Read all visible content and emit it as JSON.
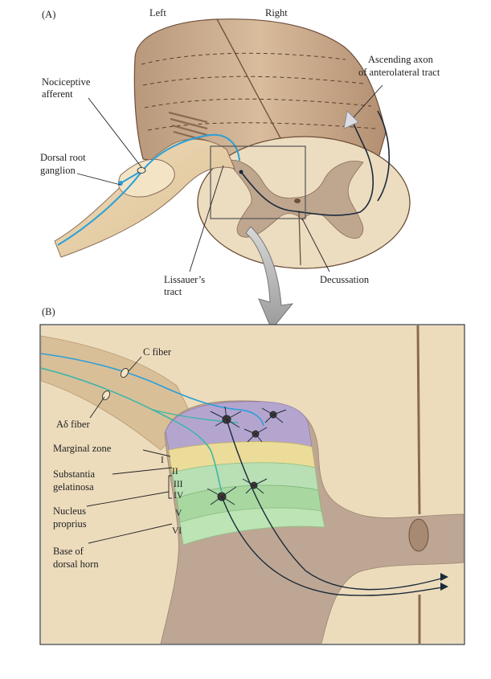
{
  "panel_a": {
    "label": "(A)",
    "side_left": "Left",
    "side_right": "Right",
    "nociceptive_line1": "Nociceptive",
    "nociceptive_line2": "afferent",
    "ascending_line1": "Ascending axon",
    "ascending_line2": "of anterolateral tract",
    "drg_line1": "Dorsal root",
    "drg_line2": "ganglion",
    "lissauer_line1": "Lissauer’s",
    "lissauer_line2": "tract",
    "decussation": "Decussation"
  },
  "panel_b": {
    "label": "(B)",
    "c_fiber": "C fiber",
    "adelta_fiber": "Aδ fiber",
    "marginal_zone": "Marginal zone",
    "substantia_line1": "Substantia",
    "substantia_line2": "gelatinosa",
    "nucleus_line1": "Nucleus",
    "nucleus_line2": "proprius",
    "base_line1": "Base of",
    "base_line2": "dorsal horn",
    "laminae": [
      "I",
      "II",
      "III",
      "IV",
      "V",
      "VI"
    ]
  },
  "colors": {
    "tissue": "#e5cfa6",
    "tissue_dark": "#c8a88a",
    "gray_matter": "#b39985",
    "lamina_I": "#b4a5cf",
    "lamina_II": "#ecdc9a",
    "lamina_III_IV": "#b9dfb4",
    "lamina_V_VI": "#a8d8a0",
    "c_fiber": "#2a9fd8",
    "adelta_fiber": "#3cb6a8",
    "tract_axon": "#1c2a3a"
  }
}
